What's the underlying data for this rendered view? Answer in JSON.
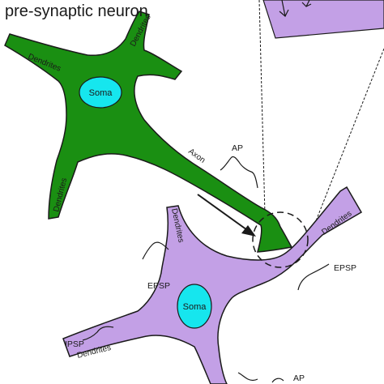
{
  "title": "pre-synaptic neuron",
  "colors": {
    "presynaptic_fill": "#1a8f12",
    "postsynaptic_fill": "#c3a0e6",
    "soma_fill": "#16e6ee",
    "outline": "#1a1a1a",
    "background": "#ffffff"
  },
  "presynaptic": {
    "soma": "Soma",
    "dendrite_top_left": "Dendrites",
    "dendrite_top_right": "Dendrites",
    "dendrite_bottom": "Dendrites",
    "axon": "Axon",
    "ap": "AP"
  },
  "postsynaptic": {
    "soma": "Soma",
    "dendrite_top": "Dendrites",
    "dendrite_right": "Dendrites",
    "dendrite_bottom_left": "Dendrites",
    "epsp_left": "EPSP",
    "epsp_right": "EPSP",
    "ipsp": "IPSP",
    "ap": "AP"
  }
}
